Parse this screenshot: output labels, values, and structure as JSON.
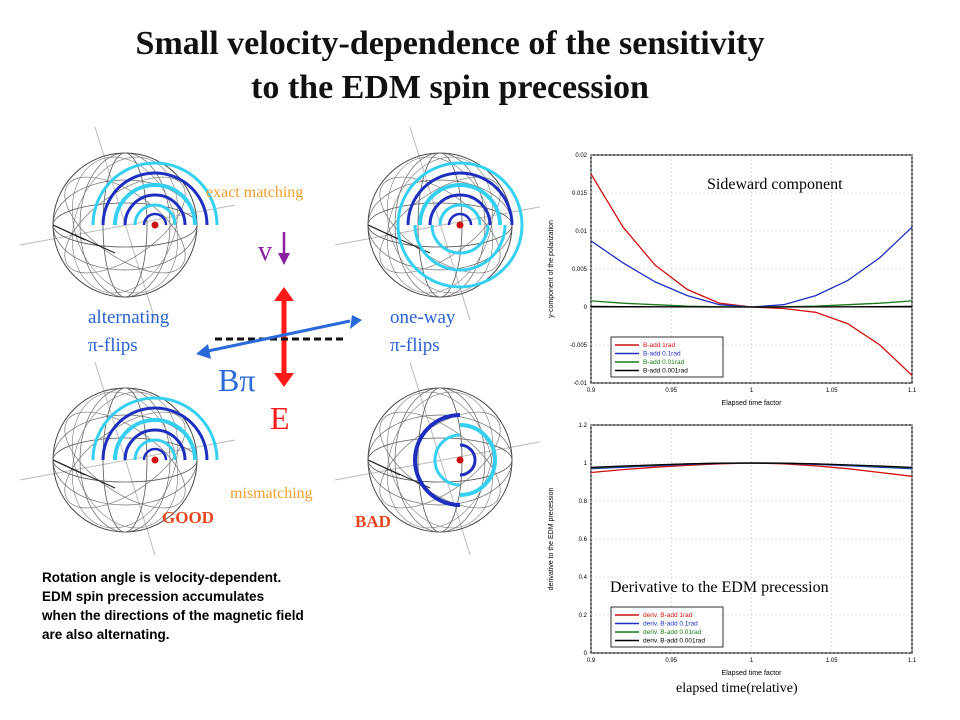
{
  "title": {
    "line1": "Small velocity-dependence of the sensitivity",
    "line2": "to the EDM spin precession"
  },
  "labels": {
    "exact_matching": "exact matching",
    "mismatching": "mismatching",
    "alternating": "alternating",
    "alternating_flips": "π-flips",
    "one_way": "one-way",
    "one_way_flips": "π-flips",
    "v": "v",
    "b_pi": "Bπ",
    "e": "E",
    "good": "GOOD",
    "bad": "BAD"
  },
  "caption": [
    "Rotation angle is velocity-dependent.",
    "EDM spin precession accumulates",
    "when the directions of the magnetic field",
    "are also alternating."
  ],
  "colors": {
    "red": "#d01010",
    "blue": "#1d2fbf",
    "cyan": "#35d0f0",
    "green": "#1a7a1a",
    "black": "#000000",
    "orange": "#f0a030"
  },
  "chart_data": [
    {
      "type": "line",
      "title": "Sideward component",
      "xlabel": "Elapsed time factor",
      "ylabel": "y-component of the polarization",
      "xlim": [
        0.9,
        1.1
      ],
      "ylim": [
        -0.01,
        0.02
      ],
      "x_ticks": [
        "0.9",
        "0.95",
        "1",
        "1.05",
        "1.1"
      ],
      "y_ticks": [
        "0.02",
        "0.015",
        "0.01",
        "0.005",
        "0",
        "-0.005",
        "-0.01"
      ],
      "x": [
        0.9,
        0.92,
        0.94,
        0.96,
        0.98,
        1.0,
        1.02,
        1.04,
        1.06,
        1.08,
        1.1
      ],
      "series": [
        {
          "name": "B-add 1rad",
          "color": "red",
          "values": [
            0.0175,
            0.0105,
            0.0055,
            0.0023,
            0.0005,
            0.0,
            -0.0002,
            -0.0007,
            -0.0022,
            -0.005,
            -0.009
          ]
        },
        {
          "name": "B-add 0.1rad",
          "color": "blue",
          "values": [
            0.0087,
            0.0058,
            0.0033,
            0.0015,
            0.0003,
            0.0,
            0.0003,
            0.0015,
            0.0035,
            0.0065,
            0.0105
          ]
        },
        {
          "name": "B-add 0.01rad",
          "color": "green",
          "values": [
            0.0008,
            0.0005,
            0.0003,
            0.0001,
            2e-05,
            0.0,
            3e-05,
            0.0001,
            0.0003,
            0.0005,
            0.0008
          ]
        },
        {
          "name": "B-add 0.001rad",
          "color": "black",
          "values": [
            8e-05,
            5e-05,
            3e-05,
            1e-05,
            0.0,
            0.0,
            0.0,
            1e-05,
            3e-05,
            5e-05,
            8e-05
          ]
        }
      ],
      "legend": "bottom-left"
    },
    {
      "type": "line",
      "title": "Derivative to the EDM precession",
      "xlabel": "Elapsed time factor",
      "ylabel": "derivative to the EDM precession",
      "xlim": [
        0.9,
        1.1
      ],
      "ylim": [
        0,
        1.2
      ],
      "x_ticks": [
        "0.9",
        "0.95",
        "1",
        "1.05",
        "1.1"
      ],
      "y_ticks": [
        "1.2",
        "1",
        "0.8",
        "0.6",
        "0.4",
        "0.2",
        "0"
      ],
      "x": [
        0.9,
        0.92,
        0.94,
        0.96,
        0.98,
        1.0,
        1.02,
        1.04,
        1.06,
        1.08,
        1.1
      ],
      "series": [
        {
          "name": "deriv. B-add 1rad",
          "color": "red",
          "values": [
            0.95,
            0.965,
            0.978,
            0.988,
            0.996,
            1.0,
            0.996,
            0.985,
            0.97,
            0.95,
            0.93
          ]
        },
        {
          "name": "deriv. B-add 0.1rad",
          "color": "blue",
          "values": [
            0.97,
            0.978,
            0.986,
            0.993,
            0.998,
            1.0,
            0.998,
            0.993,
            0.986,
            0.978,
            0.97
          ]
        },
        {
          "name": "deriv. B-add 0.01rad",
          "color": "green",
          "values": [
            0.975,
            0.982,
            0.989,
            0.995,
            0.999,
            1.0,
            0.999,
            0.995,
            0.989,
            0.982,
            0.975
          ]
        },
        {
          "name": "deriv. B-add 0.001rad",
          "color": "black",
          "values": [
            0.977,
            0.984,
            0.99,
            0.995,
            0.999,
            1.0,
            0.999,
            0.995,
            0.99,
            0.984,
            0.977
          ]
        }
      ],
      "legend": "bottom-left",
      "note": "elapsed time(relative)"
    }
  ]
}
